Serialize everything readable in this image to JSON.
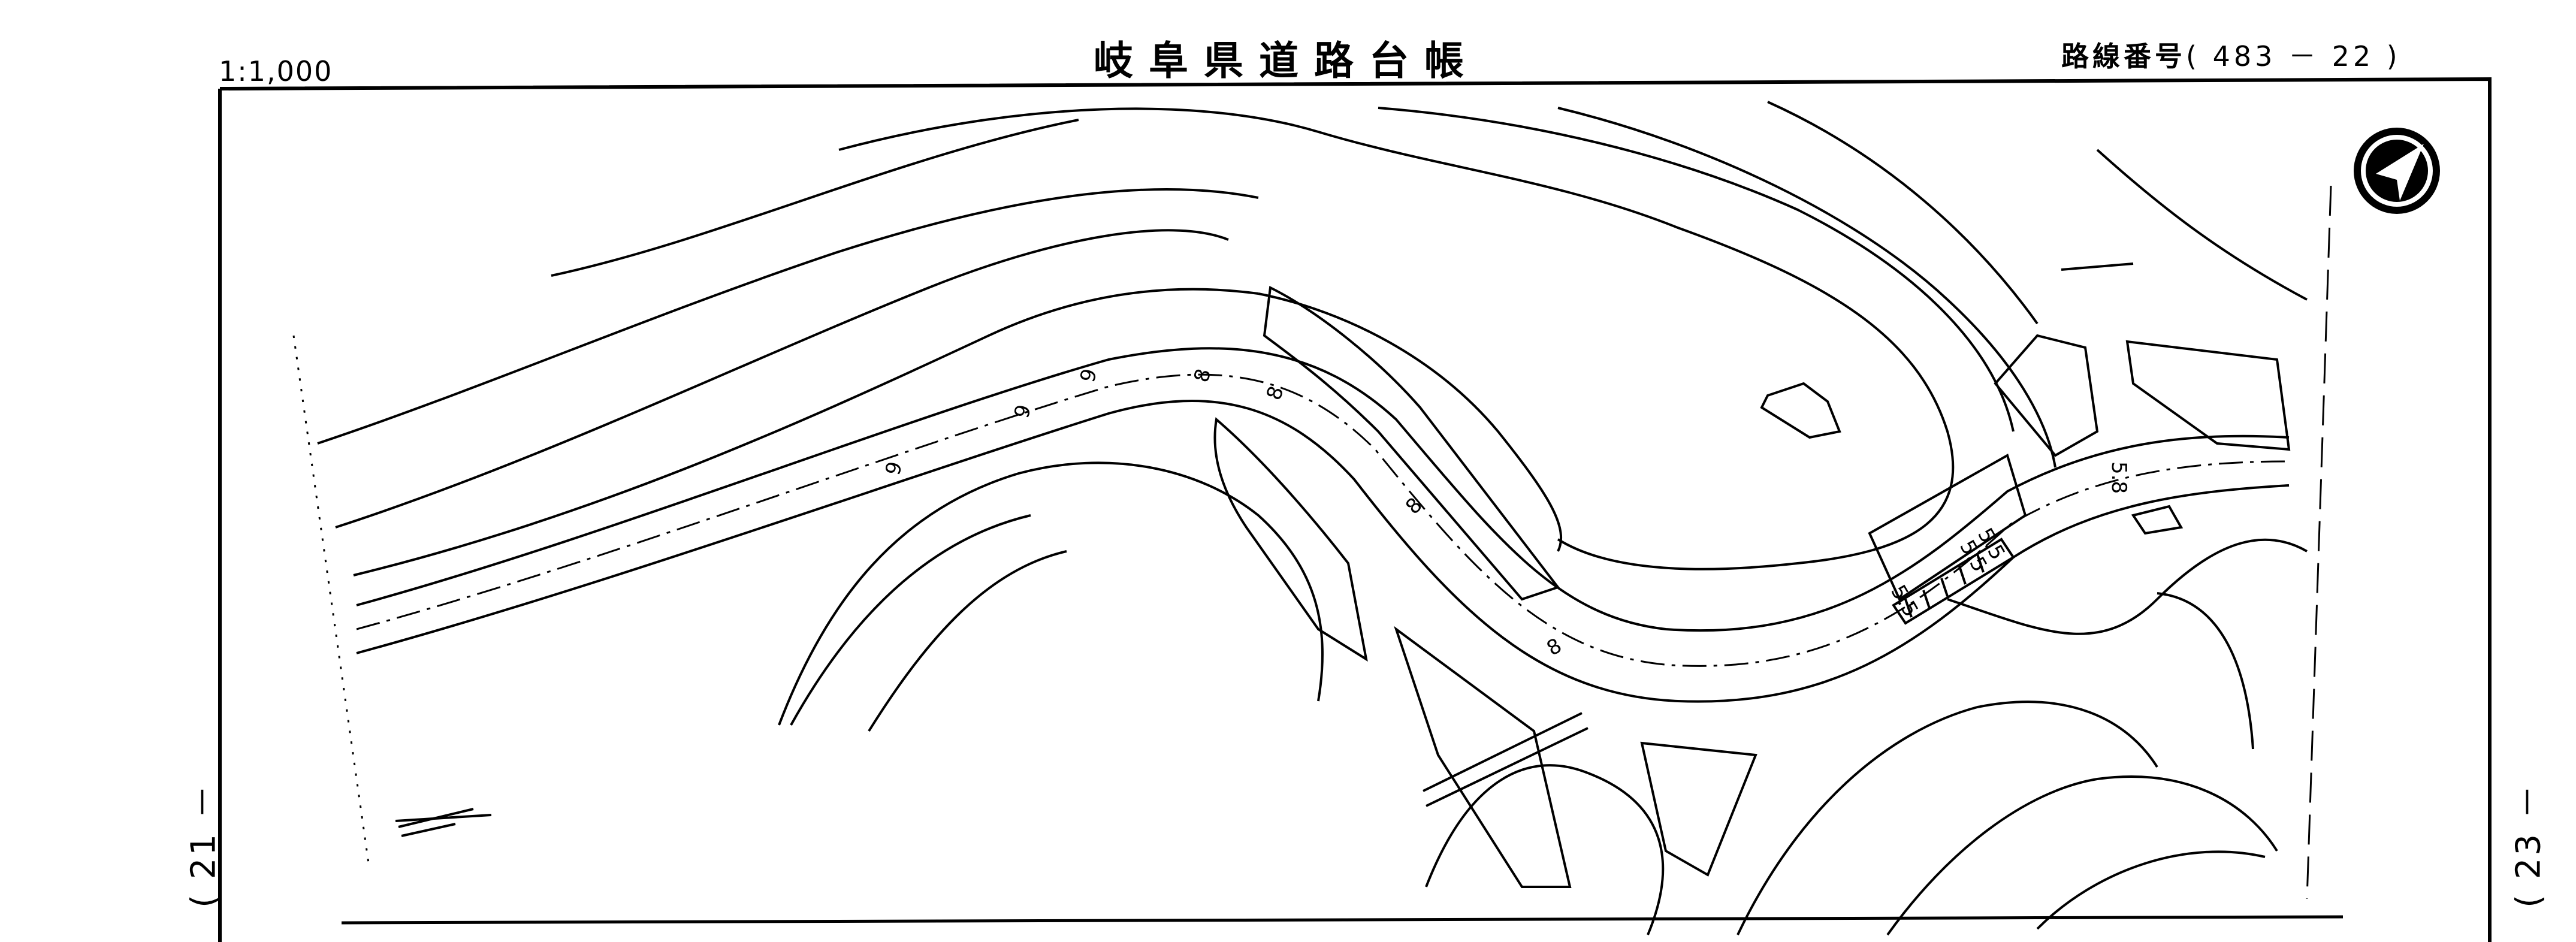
{
  "header": {
    "scale": "1:1,000",
    "title": "岐阜県道路台帳",
    "route_label": "路線番号",
    "route_number": "( 483 － 22 )"
  },
  "side_refs": {
    "left": "( 21 －",
    "right": "( 23 －"
  },
  "road_width_labels": [
    "9",
    "9",
    "9",
    "8",
    "8",
    "8",
    "8",
    "5.8",
    "5.5",
    "5.5",
    "5.5"
  ],
  "north_arrow": "north-arrow-icon"
}
